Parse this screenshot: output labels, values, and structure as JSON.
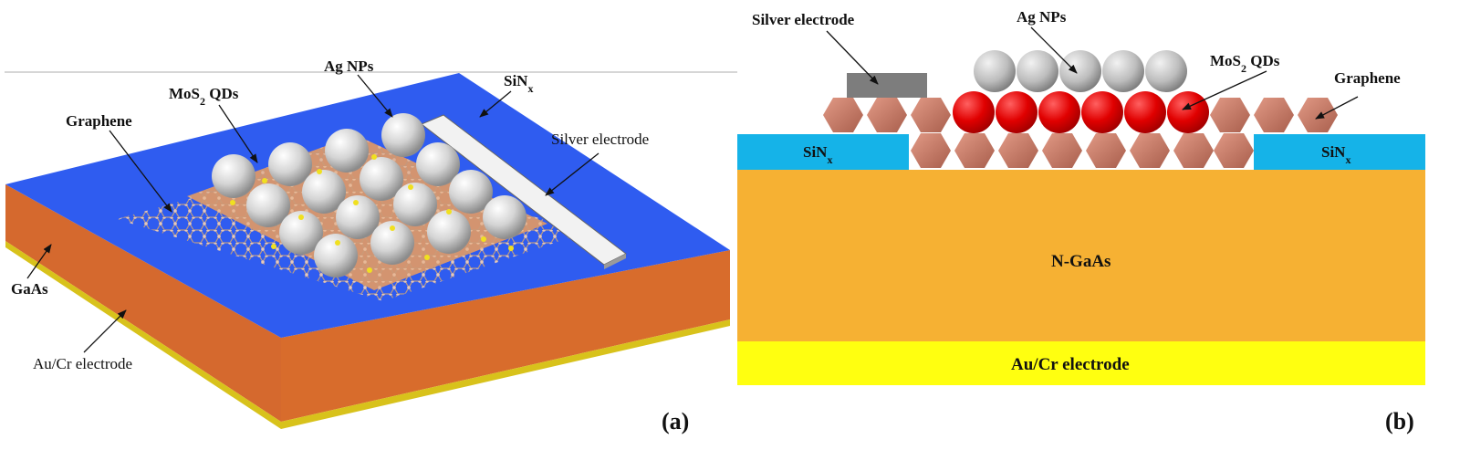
{
  "panel_a": {
    "label": "(a)",
    "callouts": {
      "ag_nps": "Ag NPs",
      "mos2_main": "MoS",
      "mos2_sub": "2",
      "mos2_tail": " QDs",
      "sinx_main": "SiN",
      "sinx_sub": "x",
      "graphene": "Graphene",
      "silver_electrode": "Silver electrode",
      "gaas": "GaAs",
      "aucr_electrode": "Au/Cr electrode"
    }
  },
  "panel_b": {
    "label": "(b)",
    "callouts": {
      "silver_electrode": "Silver electrode",
      "ag_nps": "Ag NPs",
      "mos2_main": "MoS",
      "mos2_sub": "2",
      "mos2_tail": " QDs",
      "graphene": "Graphene"
    },
    "layers": {
      "sinx_main": "SiN",
      "sinx_sub": "x",
      "ngaas": "N-GaAs",
      "aucr": "Au/Cr electrode"
    }
  },
  "colors": {
    "substrate_top": "#2f5cf0",
    "substrate_side_orange": "#d5692e",
    "gold_strip": "#d8c21b",
    "graphene_fill": "#e59a62",
    "ag_sphere": "#d9d9d9",
    "sinx_block": "#15b3e8",
    "ngaas": "#f6b133",
    "aucr": "#ffff10",
    "hexagon": "#c97a66",
    "mos2_qd": "#e10000",
    "silver_bar": "#7d7d7d"
  }
}
